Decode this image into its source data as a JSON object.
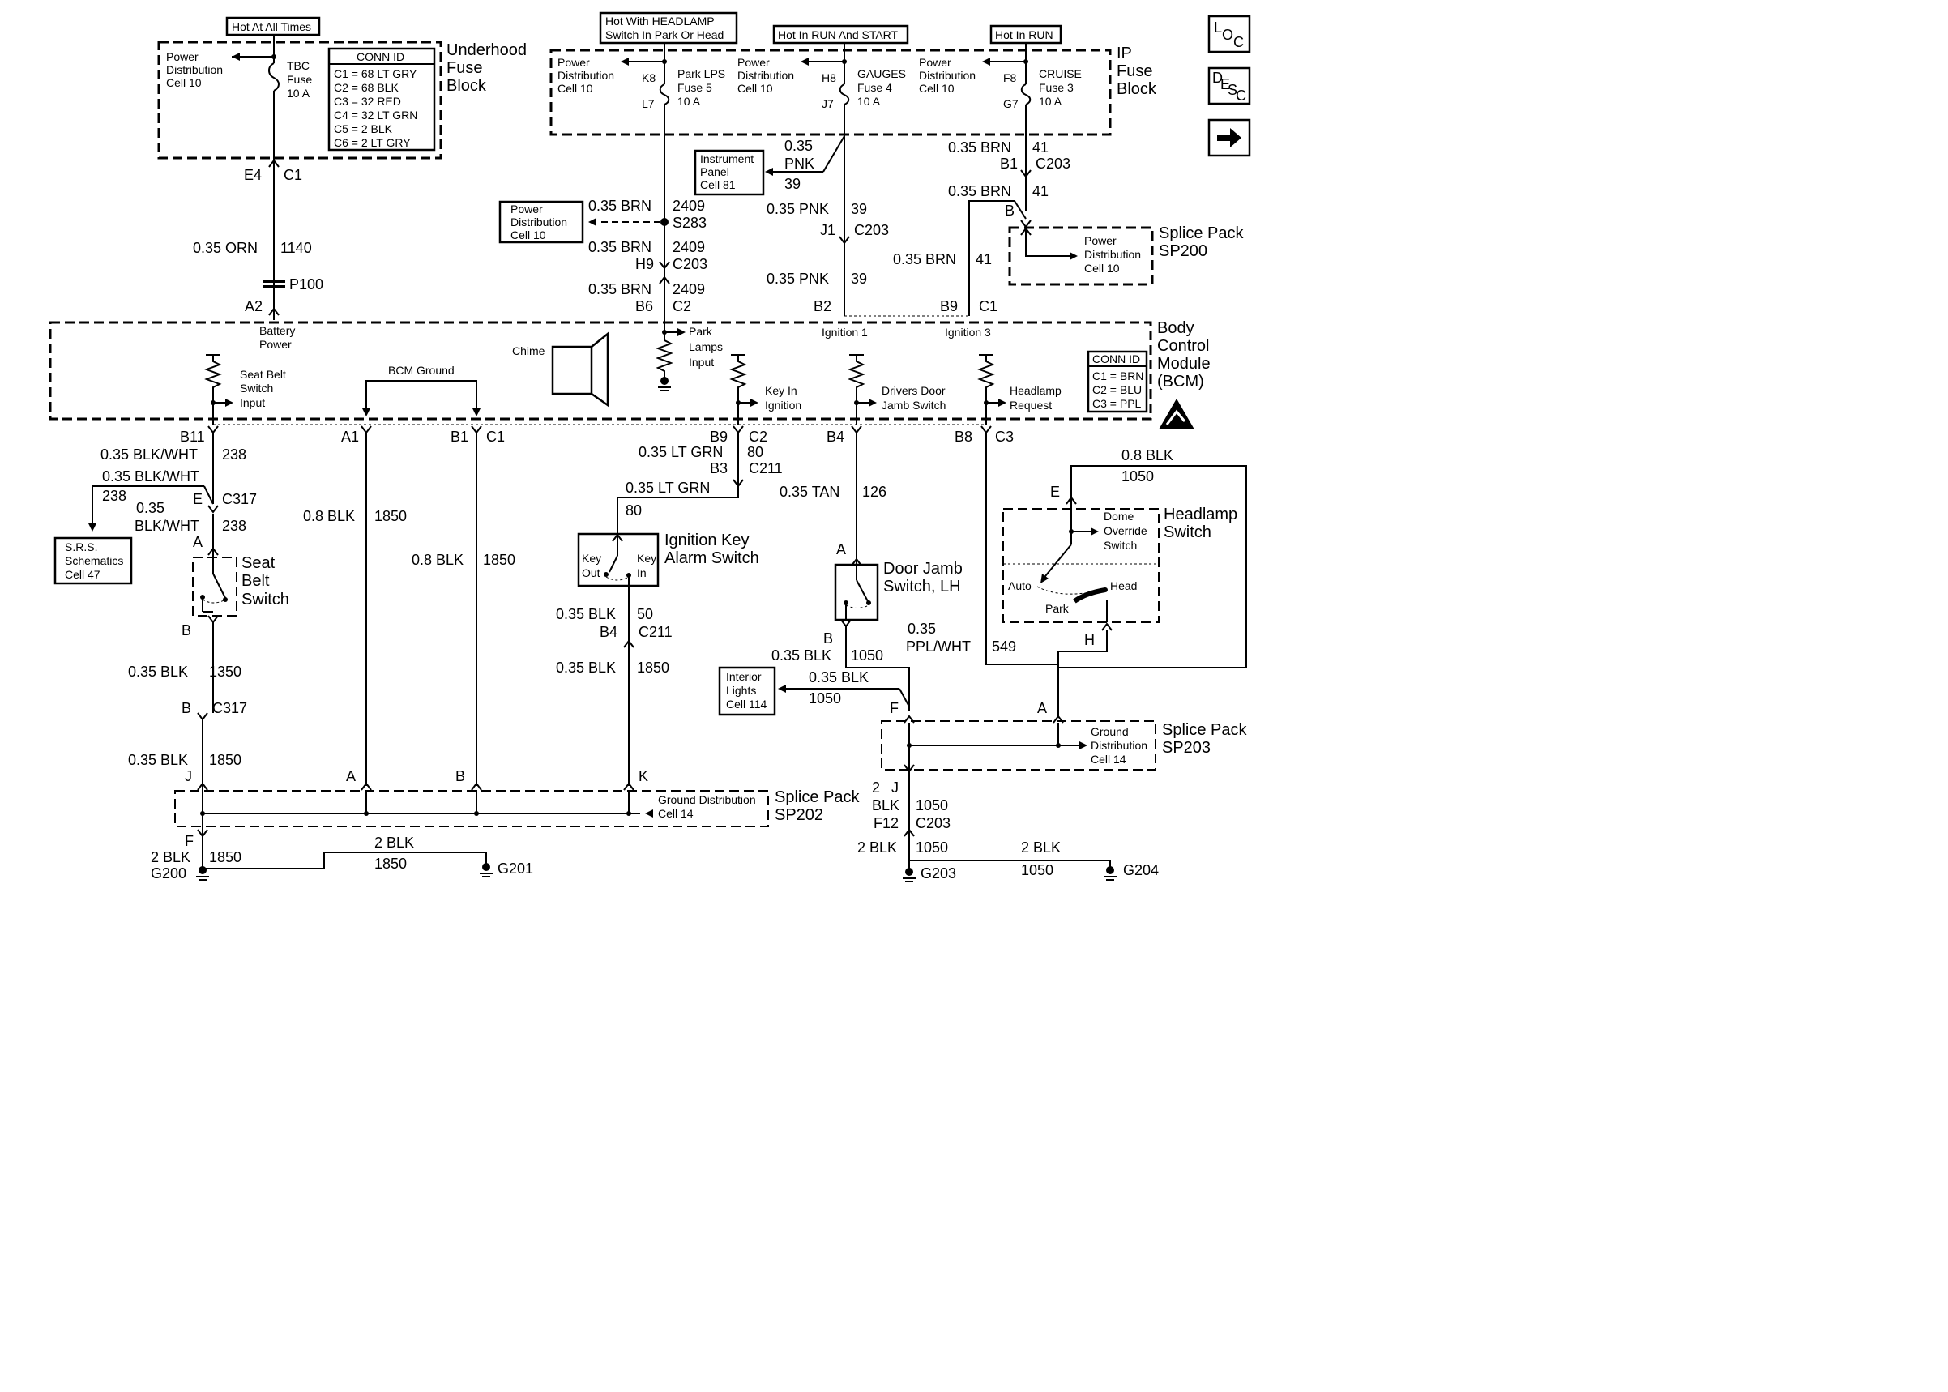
{
  "header_boxes": {
    "hot_at_all_times": "Hot At All Times",
    "hot_headlamp_1": "Hot With HEADLAMP",
    "hot_headlamp_2": "Switch In Park Or Head",
    "hot_run_start": "Hot In RUN And START",
    "hot_run": "Hot In RUN"
  },
  "nav": {
    "loc": "LOC",
    "desc": "DESC",
    "next": "→"
  },
  "underhood": {
    "title": [
      "Underhood",
      "Fuse",
      "Block"
    ],
    "pd": [
      "Power",
      "Distribution",
      "Cell 10"
    ],
    "fuse": [
      "TBC",
      "Fuse",
      "10 A"
    ],
    "conn_title": "CONN ID",
    "conn": [
      "C1 = 68 LT GRY",
      "C2 = 68 BLK",
      "C3 = 32 RED",
      "C4 = 32 LT GRN",
      "C5 = 2 BLK",
      "C6 = 2 LT GRY"
    ]
  },
  "ip_fuse": {
    "title": [
      "IP",
      "Fuse",
      "Block"
    ],
    "pd": [
      "Power",
      "Distribution",
      "Cell 10"
    ],
    "fuse5": [
      "Park LPS",
      "Fuse 5",
      "10 A"
    ],
    "fuse4": [
      "GAUGES",
      "Fuse 4",
      "10 A"
    ],
    "fuse3": [
      "CRUISE",
      "Fuse 3",
      "10 A"
    ],
    "pins": {
      "k8": "K8",
      "l7": "L7",
      "h8": "H8",
      "j7": "J7",
      "f8": "F8",
      "g7": "G7"
    }
  },
  "refs": {
    "instrument_panel": [
      "Instrument",
      "Panel",
      "Cell 81"
    ],
    "pd_s283": [
      "Power",
      "Distribution",
      "Cell 10"
    ],
    "pd_sp200": [
      "Power",
      "Distribution",
      "Cell 10"
    ],
    "srs": [
      "S.R.S.",
      "Schematics",
      "Cell 47"
    ],
    "interior": [
      "Interior",
      "Lights",
      "Cell 114"
    ],
    "gd_sp202": [
      "Ground Distribution",
      "Cell 14"
    ],
    "gd_sp203": [
      "Ground",
      "Distribution",
      "Cell 14"
    ]
  },
  "wires": {
    "e4": "E4",
    "c1": "C1",
    "orn": "0.35 ORN",
    "n1140": "1140",
    "p100": "P100",
    "a2": "A2",
    "brn2409_a": "0.35 BRN",
    "n2409_a": "2409",
    "s283": "S283",
    "brn2409_b": "0.35 BRN",
    "n2409_b": "2409",
    "h9": "H9",
    "c203_a": "C203",
    "brn2409_c": "0.35 BRN",
    "n2409_c": "2409",
    "b6": "B6",
    "c2_a": "C2",
    "pnk_a1": "0.35",
    "pnk_a2": "PNK",
    "n39_a": "39",
    "pnk_b": "0.35 PNK",
    "n39_b": "39",
    "j1": "J1",
    "c203_b": "C203",
    "pnk_c": "0.35 PNK",
    "n39_c": "39",
    "b2": "B2",
    "brn41_a": "0.35 BRN",
    "n41_a": "41",
    "b1_a": "B1",
    "c203_c": "C203",
    "brn41_b": "0.35 BRN",
    "n41_b": "41",
    "b_sp200": "B",
    "brn41_c": "0.35 BRN",
    "n41_c": "41",
    "b9_a": "B9",
    "c1_b": "C1"
  },
  "sp200": [
    "Splice Pack",
    "SP200"
  ],
  "bcm": {
    "title": [
      "Body",
      "Control",
      "Module",
      "(BCM)"
    ],
    "battery": [
      "Battery",
      "Power"
    ],
    "park": [
      "Park",
      "Lamps",
      "Input"
    ],
    "ign1": "Ignition 1",
    "ign3": "Ignition 3",
    "chime": "Chime",
    "seatbelt": [
      "Seat Belt",
      "Switch",
      "Input"
    ],
    "bcm_ground": "BCM Ground",
    "keyin": [
      "Key In",
      "Ignition"
    ],
    "door": [
      "Drivers Door",
      "Jamb Switch"
    ],
    "headlamp": [
      "Headlamp",
      "Request"
    ],
    "conn_title": "CONN ID",
    "conn": [
      "C1 = BRN",
      "C2 = BLU",
      "C3 = PPL"
    ]
  },
  "bottom": {
    "b11": "B11",
    "a1": "A1",
    "b1": "B1",
    "c1": "C1",
    "b9": "B9",
    "c2": "C2",
    "b4": "B4",
    "b8": "B8",
    "c3": "C3",
    "bw1": "0.35 BLK/WHT",
    "n238_1": "238",
    "bw2": "0.35 BLK/WHT",
    "n238_2": "238",
    "e": "E",
    "c317": "C317",
    "bw3a": "0.35",
    "bw3b": "BLK/WHT",
    "n238_3": "238",
    "a_sb": "A",
    "seatbelt_sw": [
      "Seat",
      "Belt",
      "Switch"
    ],
    "b_sb": "B",
    "blk1350": "0.35 BLK",
    "n1350": "1350",
    "b_c317": "B",
    "c317_b": "C317",
    "blk1850_j": "0.35 BLK",
    "n1850_j": "1850",
    "j": "J",
    "blk08_a": "0.8 BLK",
    "n1850_a": "1850",
    "blk08_b": "0.8 BLK",
    "n1850_b": "1850",
    "ltgrn_a": "0.35 LT GRN",
    "n80_a": "80",
    "b3": "B3",
    "c211": "C211",
    "ltgrn_b": "0.35 LT GRN",
    "n80_b": "80",
    "ign_key": [
      "Ignition Key",
      "Alarm Switch"
    ],
    "key_out": [
      "Key",
      "Out"
    ],
    "key_in": [
      "Key",
      "In"
    ],
    "blk50": "0.35 BLK",
    "n50": "50",
    "b4_b": "B4",
    "c211_b": "C211",
    "blk1850_k": "0.35 BLK",
    "n1850_k": "1850",
    "k": "K",
    "tan": "0.35 TAN",
    "n126": "126",
    "a_dj": "A",
    "doorjamb": [
      "Door Jamb",
      "Switch, LH"
    ],
    "b_dj": "B",
    "blk1050": "0.35 BLK",
    "n1050": "1050",
    "blk1050_b": "0.35 BLK",
    "n1050_b": "1050",
    "f": "F",
    "ppl_a": "0.35",
    "ppl_b": "PPL/WHT",
    "n549": "549",
    "h": "H",
    "blk08": "0.8 BLK",
    "n1050_c": "1050",
    "e_hl": "E",
    "a_sp203": "A",
    "hl_title": [
      "Headlamp",
      "Switch"
    ],
    "dome": [
      "Dome",
      "Override",
      "Switch"
    ],
    "auto": "Auto",
    "park": "Park",
    "head": "Head",
    "sp202": [
      "Splice Pack",
      "SP202"
    ],
    "sp203": [
      "Splice Pack",
      "SP203"
    ],
    "a_sp202": "A",
    "b_sp202": "B",
    "f_sp202": "F",
    "blk2_a": "2 BLK",
    "n1850_g": "1850",
    "g200": "G200",
    "blk2_b": "2 BLK",
    "n1850_h": "1850",
    "g201": "G201",
    "blk2_c1": "2",
    "blk2_c2": "BLK",
    "j_c203": "J",
    "f12": "F12",
    "n1050_d": "1050",
    "c203_d": "C203",
    "blk2_d": "2 BLK",
    "n1050_e": "1050",
    "g203": "G203",
    "blk2_e": "2 BLK",
    "n1050_f": "1050",
    "g204": "G204"
  }
}
